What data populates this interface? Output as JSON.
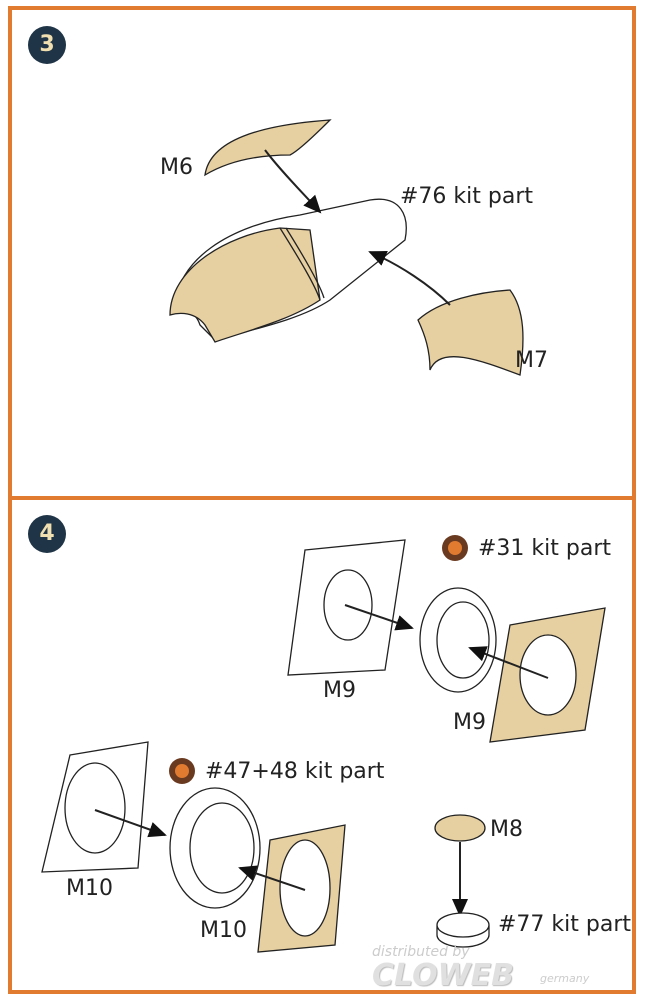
{
  "steps": [
    {
      "number": "3",
      "labels": {
        "m6": "M6",
        "m7": "M7",
        "kit": "#76 kit part"
      }
    },
    {
      "number": "4",
      "labels": {
        "kit31": "#31 kit part",
        "m9a": "M9",
        "m9b": "M9",
        "kit4748": "#47+48 kit part",
        "m10a": "M10",
        "m10b": "M10",
        "m8": "M8",
        "kit77": "#77 kit part"
      }
    }
  ],
  "watermark": {
    "line1": "distributed by",
    "line2": "CLOWEB",
    "line3": "germany"
  },
  "colors": {
    "border": "#e07b30",
    "mask": "#e6cfa0",
    "step_badge": "#1f3446"
  }
}
